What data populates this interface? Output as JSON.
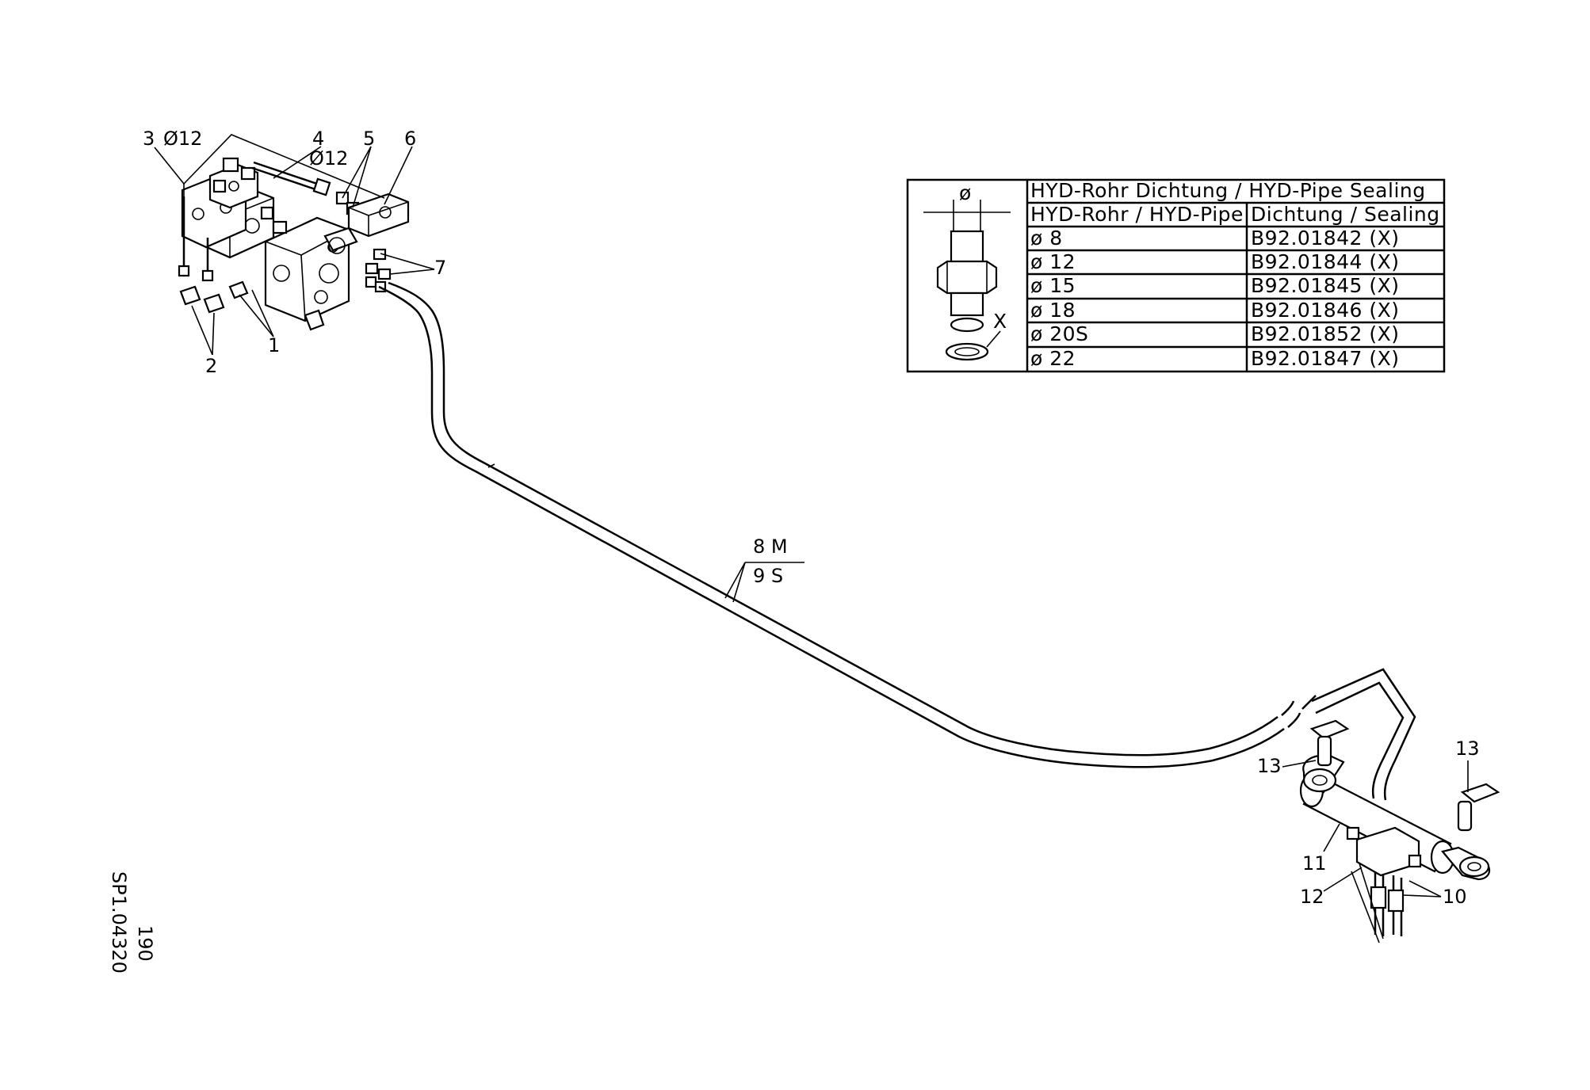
{
  "callouts": {
    "c1": "1",
    "c2": "2",
    "c3": "3",
    "c3_dia": "Ø12",
    "c4": "4",
    "c4_dia": "Ø12",
    "c5": "5",
    "c6": "6",
    "c7": "7",
    "c8": "8 M",
    "c9": "9 S",
    "c10": "10",
    "c11": "11",
    "c12": "12",
    "c13a": "13",
    "c13b": "13"
  },
  "sealing_table": {
    "title": "HYD-Rohr Dichtung / HYD-Pipe Sealing",
    "header_pipe": "HYD-Rohr / HYD-Pipe",
    "header_seal": "Dichtung / Sealing",
    "diameter_symbol": "ø",
    "detail_label": "X",
    "rows": [
      {
        "pipe": "ø  8",
        "seal": "B92.01842   (X)"
      },
      {
        "pipe": "ø  12",
        "seal": "B92.01844   (X)"
      },
      {
        "pipe": "ø  15",
        "seal": "B92.01845   (X)"
      },
      {
        "pipe": "ø  18",
        "seal": "B92.01846   (X)"
      },
      {
        "pipe": "ø  20S",
        "seal": "B92.01852   (X)"
      },
      {
        "pipe": "ø  22",
        "seal": "B92.01847   (X)"
      }
    ]
  },
  "drawing_id": "SP1.04320",
  "page_number": "190"
}
